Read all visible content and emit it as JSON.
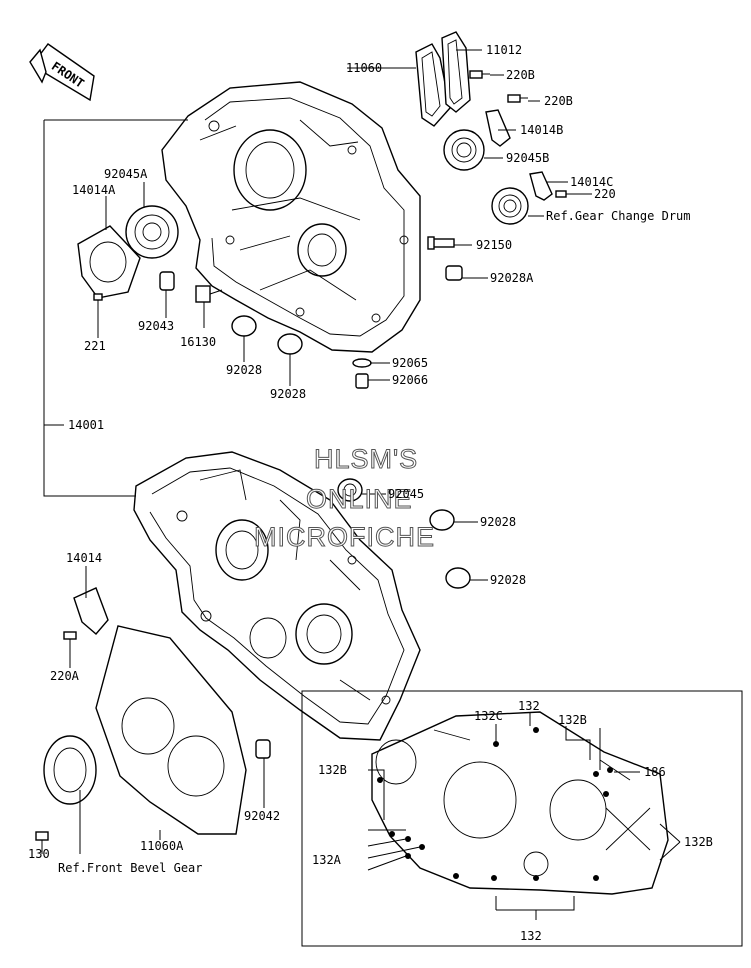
{
  "diagram": {
    "front_badge": "FRONT",
    "watermark": [
      "HLSM'S",
      "ONLINE",
      "MICROFICHE"
    ],
    "labels": {
      "p11060": "11060",
      "p11012": "11012",
      "p220B_1": "220B",
      "p220B_2": "220B",
      "p14014B": "14014B",
      "p92045B": "92045B",
      "p14014C": "14014C",
      "p220": "220",
      "ref_gear_change": "Ref.Gear Change Drum",
      "p92045A": "92045A",
      "p14014A": "14014A",
      "p92150": "92150",
      "p92028A": "92028A",
      "p92043": "92043",
      "p16130": "16130",
      "p221": "221",
      "p92028_1": "92028",
      "p92028_2": "92028",
      "p92065": "92065",
      "p92066": "92066",
      "p14001": "14001",
      "p92045": "92045",
      "p92028_3": "92028",
      "p92028_4": "92028",
      "p14014": "14014",
      "p220A": "220A",
      "p92042": "92042",
      "p11060A": "11060A",
      "p130": "130",
      "ref_front_bevel": "Ref.Front Bevel Gear",
      "p132_top": "132",
      "p132C": "132C",
      "p132B_top": "132B",
      "p132B_left": "132B",
      "p186": "186",
      "p132A": "132A",
      "p132B_right": "132B",
      "p132_bottom": "132"
    }
  }
}
